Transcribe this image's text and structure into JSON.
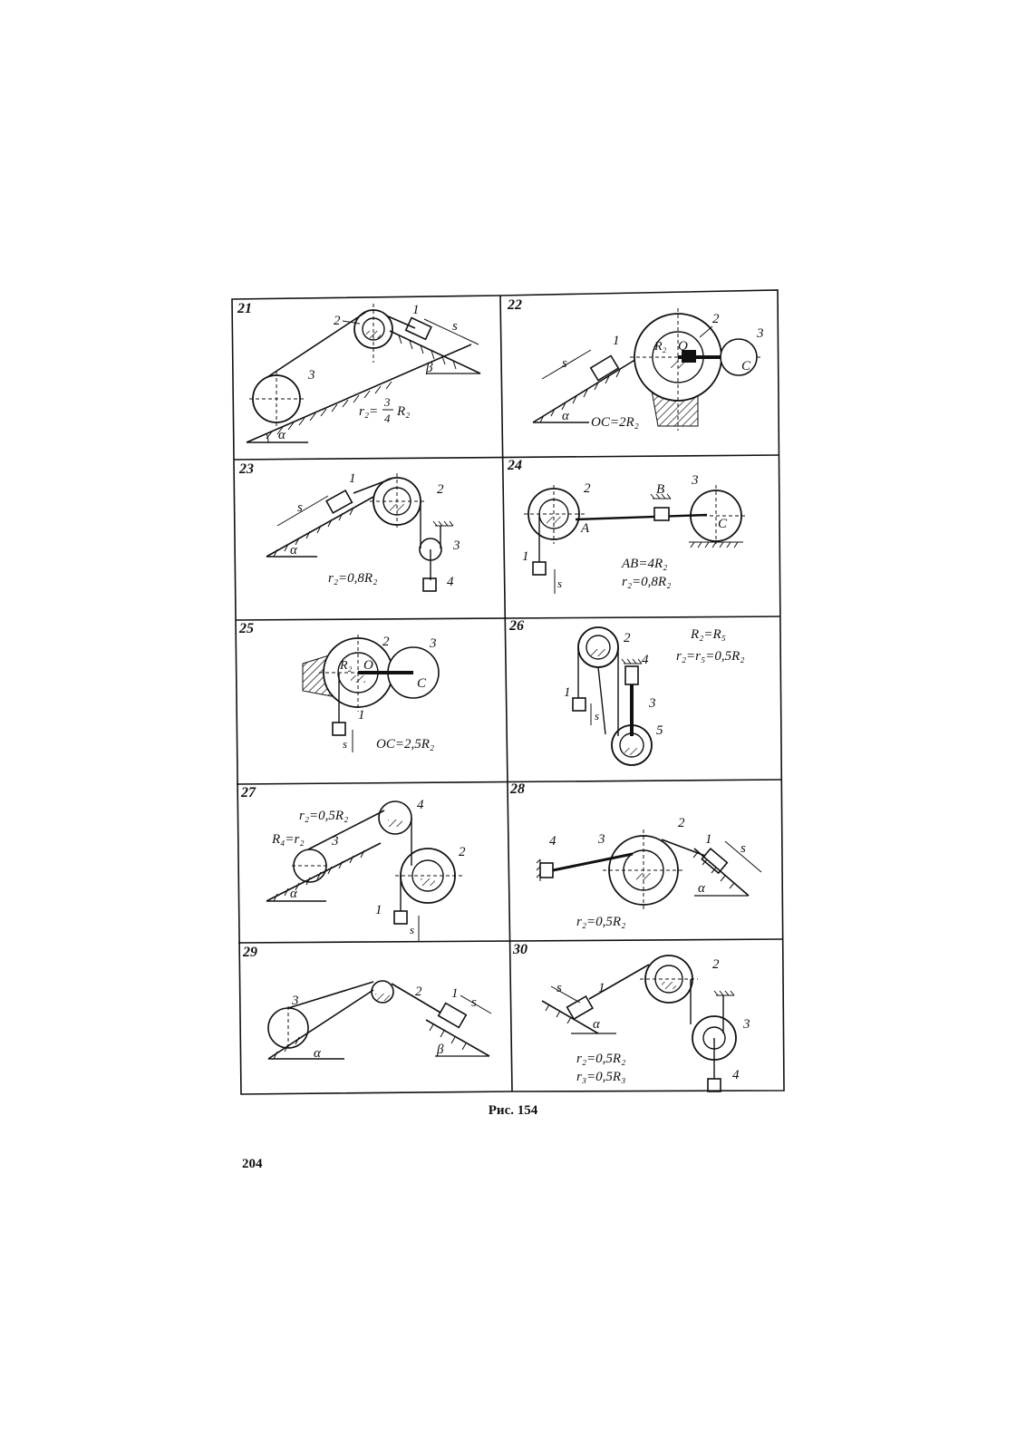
{
  "figure": {
    "caption": "Рис. 154",
    "page_number": "204",
    "panels": [
      {
        "number": "21",
        "labels": {
          "l1": "1",
          "l2": "2",
          "l3": "3",
          "s": "s",
          "alpha": "α",
          "beta": "β",
          "formula_lhs": "r₂=",
          "frac_num": "3",
          "frac_den": "4",
          "formula_rhs": "R₂"
        }
      },
      {
        "number": "22",
        "labels": {
          "l1": "1",
          "l2": "2",
          "l3": "3",
          "s": "s",
          "alpha": "α",
          "R2": "R₂",
          "O": "O",
          "C": "C",
          "formula": "OC=2R₂"
        }
      },
      {
        "number": "23",
        "labels": {
          "l1": "1",
          "l2": "2",
          "l3": "3",
          "l4": "4",
          "s": "s",
          "alpha": "α",
          "formula": "r₂=0,8R₂"
        }
      },
      {
        "number": "24",
        "labels": {
          "l1": "1",
          "l2": "2",
          "l3": "3",
          "A": "A",
          "B": "B",
          "C": "C",
          "s": "s",
          "formula1": "AB=4R₂",
          "formula2": "r₂=0,8R₂"
        }
      },
      {
        "number": "25",
        "labels": {
          "l1": "1",
          "l2": "2",
          "l3": "3",
          "R2": "R₂",
          "O": "O",
          "C": "C",
          "s": "s",
          "formula": "OC=2,5R₂"
        }
      },
      {
        "number": "26",
        "labels": {
          "l1": "1",
          "l2": "2",
          "l3": "3",
          "l4": "4",
          "l5": "5",
          "s": "s",
          "formula1": "R₂=R₅",
          "formula2": "r₂=r₅=0,5R₂"
        }
      },
      {
        "number": "27",
        "labels": {
          "l1": "1",
          "l2": "2",
          "l3": "3",
          "l4": "4",
          "s": "s",
          "alpha": "α",
          "formula1": "r₂=0,5R₂",
          "formula2": "R₄=r₂"
        }
      },
      {
        "number": "28",
        "labels": {
          "l1": "1",
          "l2": "2",
          "l3": "3",
          "l4": "4",
          "s": "s",
          "alpha": "α",
          "formula": "r₂=0,5R₂"
        }
      },
      {
        "number": "29",
        "labels": {
          "l1": "1",
          "l2": "2",
          "l3": "3",
          "s": "s",
          "alpha": "α",
          "beta": "β"
        }
      },
      {
        "number": "30",
        "labels": {
          "l1": "1",
          "l2": "2",
          "l3": "3",
          "l4": "4",
          "s": "s",
          "alpha": "α",
          "formula1": "r₂=0,5R₂",
          "formula2": "r₃=0,5R₃"
        }
      }
    ]
  }
}
